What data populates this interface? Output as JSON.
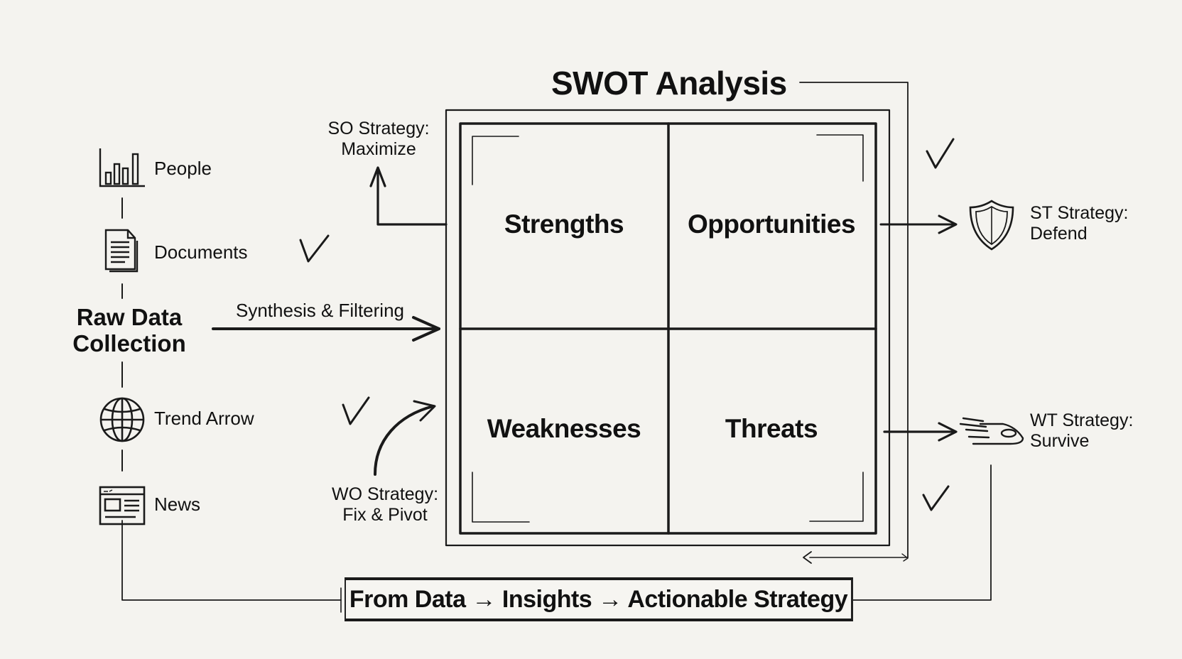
{
  "title": "SWOT Analysis",
  "quadrants": [
    {
      "key": "S",
      "label": "Strengths"
    },
    {
      "key": "O",
      "label": "Opportunities"
    },
    {
      "key": "W",
      "label": "Weaknesses"
    },
    {
      "key": "T",
      "label": "Threats"
    }
  ],
  "sources": [
    {
      "label": "People",
      "icon": "bar-chart-icon"
    },
    {
      "label": "Documents",
      "icon": "document-icon"
    },
    {
      "label": "Trend Arrow",
      "icon": "globe-icon"
    },
    {
      "label": "News",
      "icon": "newspaper-icon"
    }
  ],
  "hub": {
    "line1": "Raw Data",
    "line2": "Collection"
  },
  "flow_label": "Synthesis & Filtering",
  "strategies": {
    "so": {
      "line1": "SO Strategy:",
      "line2": "Maximize"
    },
    "wo": {
      "line1": "WO Strategy:",
      "line2": "Fix & Pivot"
    },
    "st": {
      "line1": "ST Strategy:",
      "line2": "Defend",
      "icon": "shield-icon"
    },
    "wt": {
      "line1": "WT Strategy:",
      "line2": "Survive",
      "icon": "speed-icon"
    }
  },
  "banner": "From Data → Insights → Actionable Strategy",
  "checkmarks": 4,
  "colors": {
    "ink": "#1a1a1a",
    "paper": "#f4f3ef"
  }
}
